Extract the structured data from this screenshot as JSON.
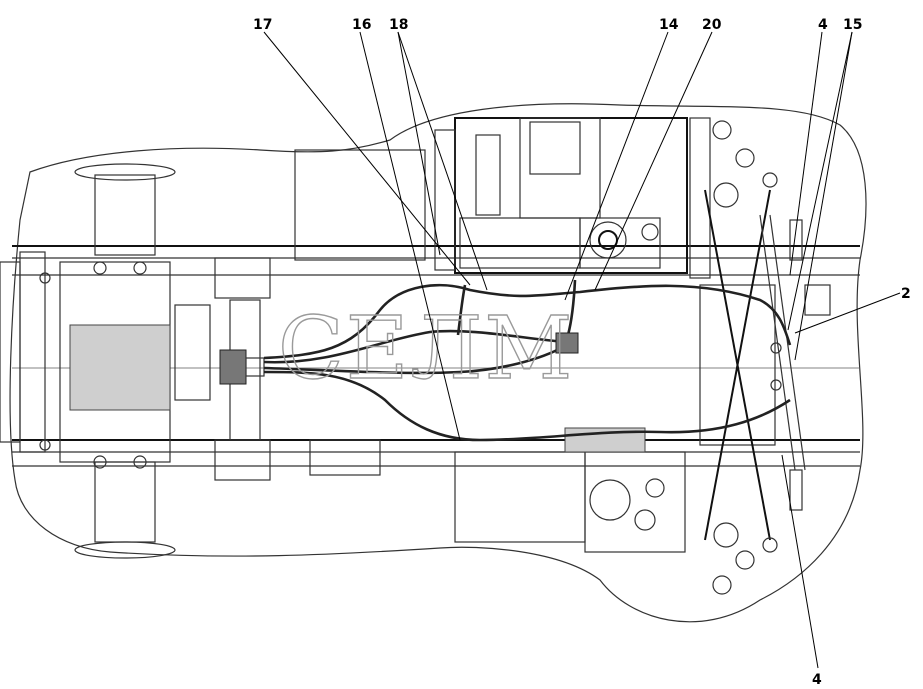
{
  "diagram": {
    "watermark": "СЕЛМ",
    "callouts": [
      {
        "id": "c17",
        "label": "17"
      },
      {
        "id": "c16",
        "label": "16"
      },
      {
        "id": "c18",
        "label": "18"
      },
      {
        "id": "c14",
        "label": "14"
      },
      {
        "id": "c20",
        "label": "20"
      },
      {
        "id": "c4top",
        "label": "4"
      },
      {
        "id": "c15",
        "label": "15"
      },
      {
        "id": "c2",
        "label": "2"
      },
      {
        "id": "c4bottom",
        "label": "4"
      }
    ]
  }
}
